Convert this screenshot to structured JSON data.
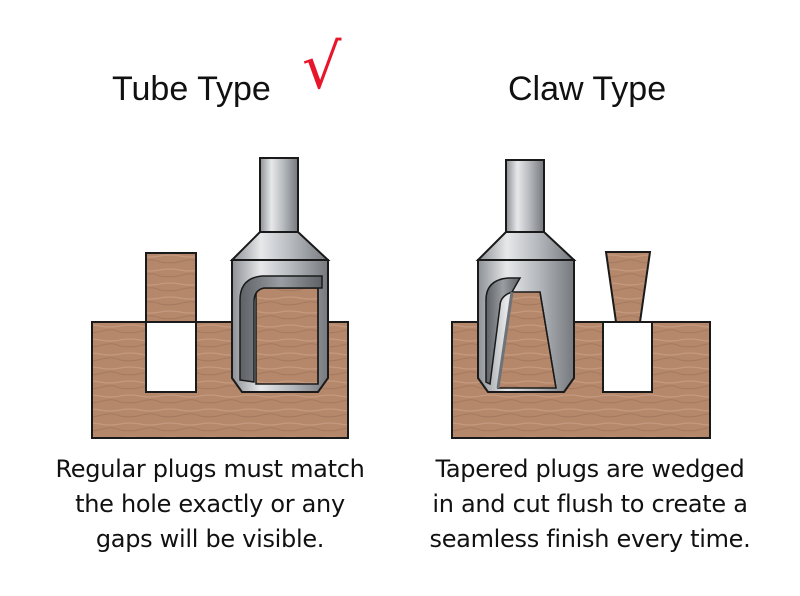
{
  "left_panel": {
    "title": "Tube Type",
    "check_mark": "√",
    "check_color": "#e8162a",
    "caption_lines": [
      "Regular plugs must match",
      "the hole exactly or any",
      "gaps will be visible."
    ]
  },
  "right_panel": {
    "title": "Claw Type",
    "caption_lines": [
      "Tapered plugs are wedged",
      "in and cut flush to create a",
      "seamless finish every time."
    ]
  },
  "colors": {
    "wood": "#b5876b",
    "wood_grain": "#c79c80",
    "steel_light": "#d7d9dc",
    "steel_mid": "#a9acb0",
    "steel_dark": "#6f7378",
    "outline": "#1a1a1a"
  }
}
